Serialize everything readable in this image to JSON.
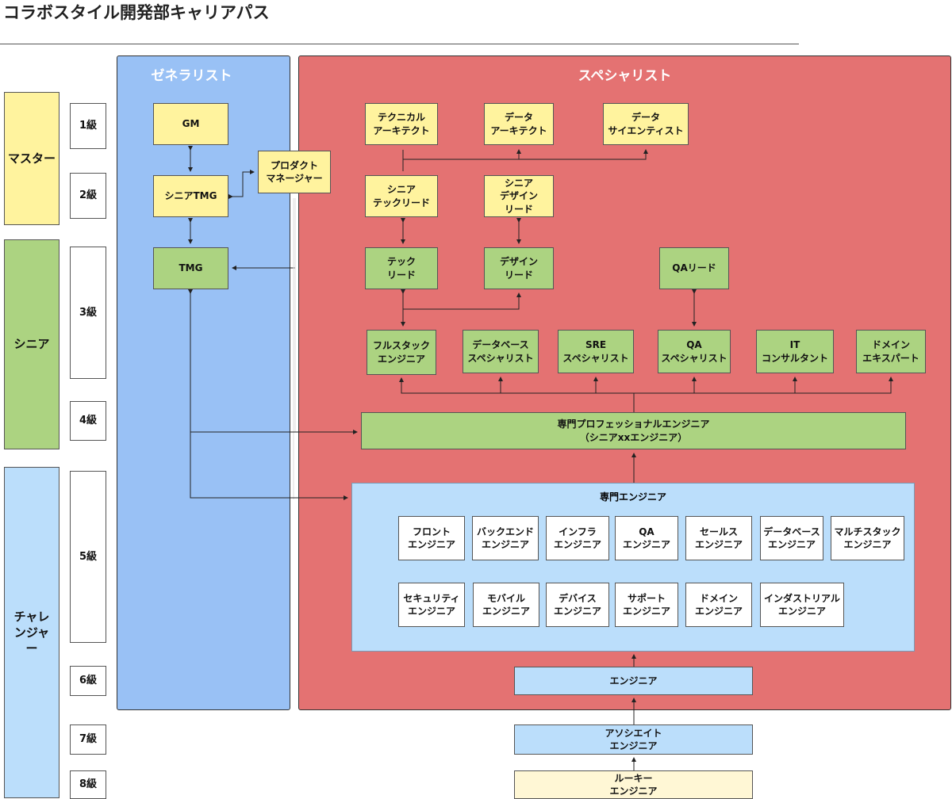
{
  "title": "コラボスタイル開発部キャリアパス",
  "levels": [
    "マスター",
    "シニア",
    "チャレンジャー"
  ],
  "grades": [
    "1級",
    "2級",
    "3級",
    "4級",
    "5級",
    "6級",
    "7級",
    "8級"
  ],
  "generalist": {
    "title": "ゼネラリスト",
    "gm": "GM",
    "senior_tmg": "シニアTMG",
    "tmg": "TMG",
    "pm": "プロダクト\nマネージャー"
  },
  "specialist": {
    "title": "スペシャリスト",
    "top": [
      "テクニカル\nアーキテクト",
      "データ\nアーキテクト",
      "データ\nサイエンティスト"
    ],
    "senior": [
      "シニア\nテックリード",
      "シニア\nデザイン\nリード"
    ],
    "leads": [
      "テック\nリード",
      "デザイン\nリード",
      "QAリード"
    ],
    "experts": [
      "フルスタック\nエンジニア",
      "データベース\nスペシャリスト",
      "SRE\nスペシャリスト",
      "QA\nスペシャリスト",
      "IT\nコンサルタント",
      "ドメイン\nエキスパート"
    ],
    "professional": "専門プロフェッショナルエンジニア\n（シニアxxエンジニア）",
    "specialized": {
      "title": "専門エンジニア",
      "row1": [
        "フロント\nエンジニア",
        "バックエンド\nエンジニア",
        "インフラ\nエンジニア",
        "QA\nエンジニア",
        "セールス\nエンジニア",
        "データベース\nエンジニア",
        "マルチスタック\nエンジニア"
      ],
      "row2": [
        "セキュリティ\nエンジニア",
        "モバイル\nエンジニア",
        "デバイス\nエンジニア",
        "サポート\nエンジニア",
        "ドメイン\nエンジニア",
        "インダストリアル\nエンジニア"
      ]
    },
    "engineer": "エンジニア",
    "associate": "アソシエイト\nエンジニア",
    "rookie": "ルーキー\nエンジニア"
  },
  "colors": {
    "generalist": "#99c1f5",
    "specialist": "#e47272",
    "master": "#fff39e",
    "senior": "#acd381",
    "challenger": "#bbdefb"
  }
}
